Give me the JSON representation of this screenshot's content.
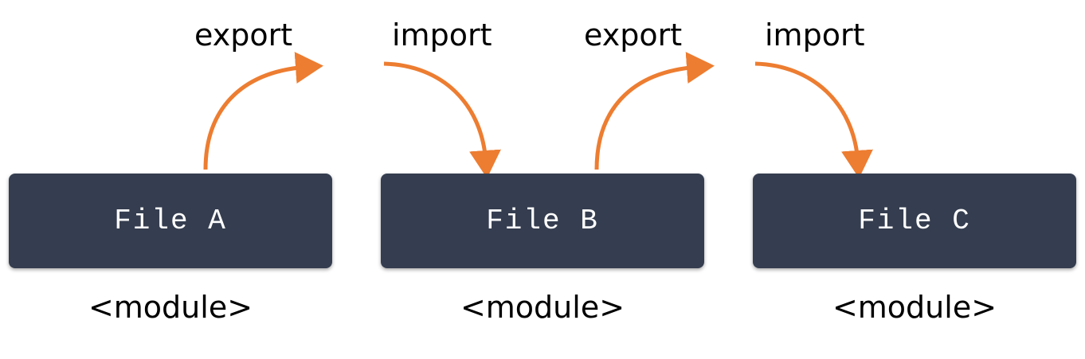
{
  "files": [
    {
      "label": "File A",
      "module": "<module>"
    },
    {
      "label": "File B",
      "module": "<module>"
    },
    {
      "label": "File C",
      "module": "<module>"
    }
  ],
  "arrows": [
    {
      "label": "export"
    },
    {
      "label": "import"
    },
    {
      "label": "export"
    },
    {
      "label": "import"
    }
  ],
  "colors": {
    "box_fill": "#353e50",
    "box_text": "#ffffff",
    "arrow": "#ed7d31",
    "text": "#000000"
  }
}
